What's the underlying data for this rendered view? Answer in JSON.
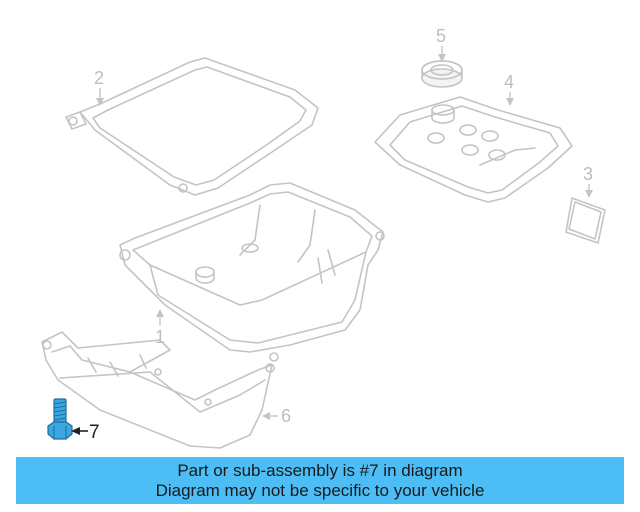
{
  "callouts": {
    "c1": "1",
    "c2": "2",
    "c3": "3",
    "c4": "4",
    "c5": "5",
    "c6": "6",
    "c7": "7"
  },
  "highlight_color": "#3aa7e0",
  "banner": {
    "color": "#4dbdf5",
    "line1": "Part or sub-assembly is #7 in diagram",
    "line2": "Diagram may not be specific to your vehicle"
  }
}
